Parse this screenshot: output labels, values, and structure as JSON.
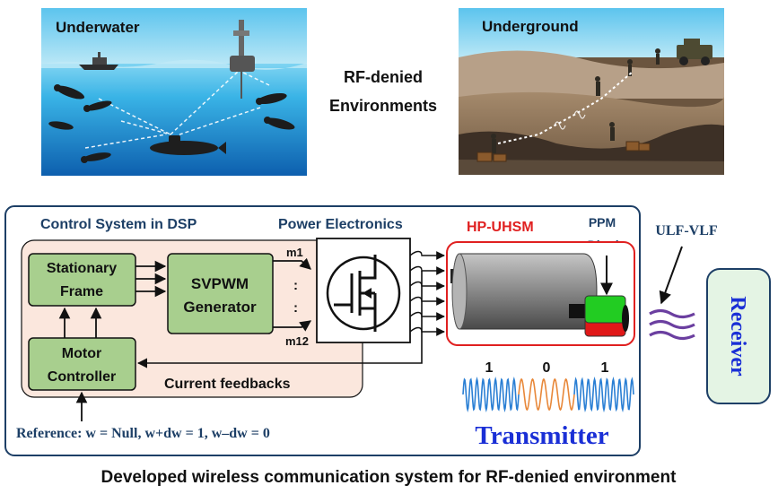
{
  "scenes": {
    "underwater_label": "Underwater",
    "underground_label": "Underground",
    "center_label_line1": "RF-denied",
    "center_label_line2": "Environments"
  },
  "system": {
    "dsp_title": "Control System in DSP",
    "power_title": "Power Electronics",
    "uhsm_title": "HP-UHSM",
    "dipole_line1": "PPM",
    "dipole_line2": "Dipole",
    "band_label": "ULF-VLF",
    "stationary_line1": "Stationary",
    "stationary_line2": "Frame",
    "svpwm_line1": "SVPWM",
    "svpwm_line2": "Generator",
    "motor_line1": "Motor",
    "motor_line2": "Controller",
    "m1": "m1",
    "m12": "m12",
    "dots": ":",
    "feedback_label": "Current feedbacks",
    "reference_label": "Reference: w = Null, w+dw = 1, w–dw = 0",
    "bits": [
      "1",
      "0",
      "1"
    ],
    "transmitter_label": "Transmitter",
    "receiver_label": "Receiver"
  },
  "caption": "Developed wireless communication system for RF-denied environment",
  "colors": {
    "frame": "#1d3f66",
    "block_fill": "#a8cf8e",
    "dsp_fill": "#fbe7dd",
    "uhsm_border": "#e02020",
    "uhsm_title": "#e02020",
    "transmitter": "#1a2fd6",
    "receiver_fill": "#e4f4e4",
    "wave_blue": "#2a7fd4",
    "wave_orange": "#e8883a",
    "wave_purple": "#6b3fa0"
  }
}
